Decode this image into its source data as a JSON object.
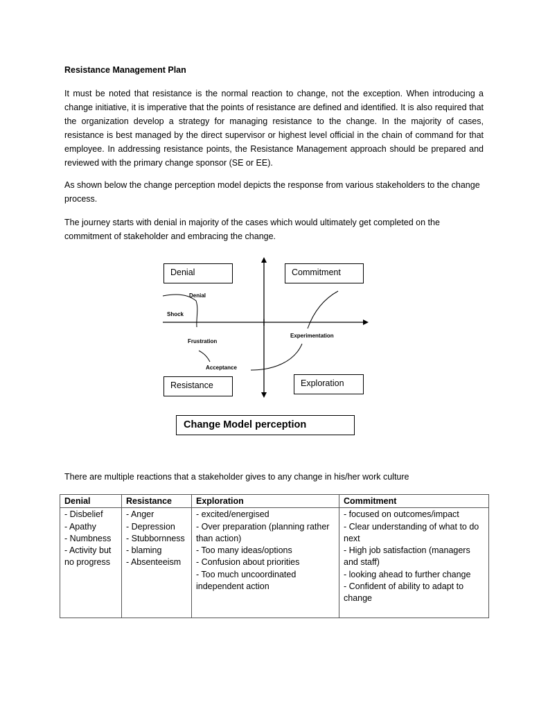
{
  "heading": "Resistance Management Plan",
  "paragraphs": [
    "It must be noted that resistance is the normal reaction to change, not the exception. When introducing a change initiative, it is imperative that the points of resistance are defined and identified. It is also required that the organization develop a strategy for managing resistance to the change. In the majority of cases, resistance is best managed by the direct supervisor or highest level official in the chain of command for that employee. In addressing resistance points, the Resistance Management approach should be prepared and reviewed with the primary change sponsor (SE or EE).",
    "As shown below the change perception model depicts the response from various stakeholders to the change process.",
    "The journey starts with denial in majority of the cases which would ultimately get completed on the commitment of stakeholder and embracing the change.",
    "There are multiple reactions that a stakeholder gives to any change in his/her work culture"
  ],
  "diagram": {
    "quadrants": {
      "top_left": "Denial",
      "top_right": "Commitment",
      "bottom_left": "Resistance",
      "bottom_right": "Exploration"
    },
    "curve_labels": {
      "denial": "Denial",
      "shock": "Shock",
      "frustration": "Frustration",
      "experimentation": "Experimentation",
      "acceptance": "Acceptance"
    },
    "caption": "Change Model perception"
  },
  "table": {
    "headers": [
      "Denial",
      "Resistance",
      "Exploration",
      "Commitment"
    ],
    "columns": [
      [
        "- Disbelief",
        "- Apathy",
        "- Numbness",
        "- Activity but no progress"
      ],
      [
        "- Anger",
        "- Depression",
        "- Stubbornness",
        "- blaming",
        "- Absenteeism"
      ],
      [
        "- excited/energised",
        "- Over preparation (planning rather than action)",
        "- Too many ideas/options",
        "- Confusion about priorities",
        "- Too much uncoordinated independent action"
      ],
      [
        "- focused on outcomes/impact",
        "- Clear understanding of what to do next",
        "- High job satisfaction (managers and staff)",
        "- looking ahead to further change",
        "- Confident of ability to adapt to change"
      ]
    ]
  }
}
